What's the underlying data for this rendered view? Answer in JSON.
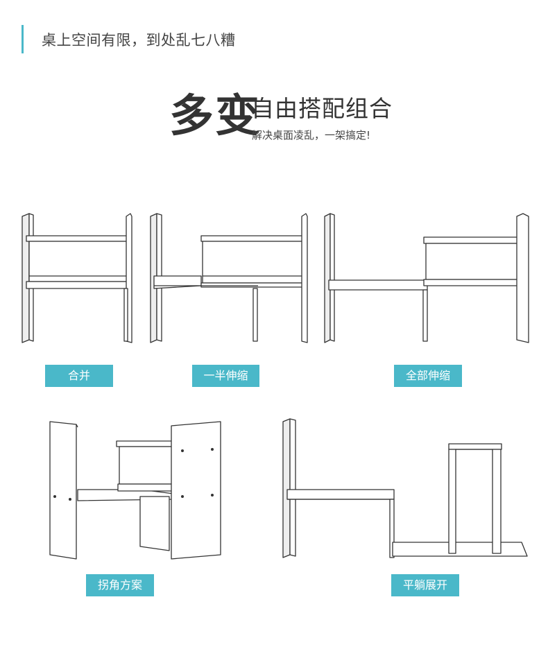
{
  "section_title": "桌上空间有限，到处乱七八糟",
  "headline": {
    "big": "多变",
    "sub": "自由搭配组合",
    "small": "解决桌面凌乱，一架搞定!"
  },
  "modes": [
    {
      "label": "合并"
    },
    {
      "label": "一半伸缩"
    },
    {
      "label": "全部伸缩"
    },
    {
      "label": "拐角方案"
    },
    {
      "label": "平躺展开"
    }
  ],
  "colors": {
    "accent": "#4ab8c9",
    "text": "#333333"
  }
}
